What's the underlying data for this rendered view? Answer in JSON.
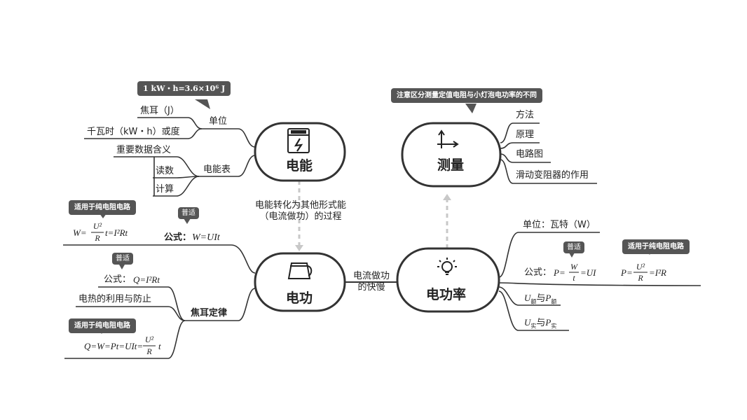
{
  "nodes": {
    "dianneng": "电能",
    "diangong": "电功",
    "diangonglv": "电功率",
    "celiang": "测量"
  },
  "links": {
    "energy_to_work": [
      "电能转化为其他形式能",
      "（电流做功）的过程"
    ],
    "work_to_power": [
      "电流做功",
      "的快慢"
    ]
  },
  "energy": {
    "unit_label": "单位",
    "unit_note": "1 kW・h=3.6×10⁶ J",
    "units": [
      "焦耳（J）",
      "千瓦时（kW・h）或度"
    ],
    "meter_label": "电能表",
    "meter_items": [
      "重要数据含义",
      "读数",
      "计算"
    ]
  },
  "work": {
    "formula_label": "公式：",
    "formula": "W=UIt",
    "formula_tag": "普适",
    "pure_note": "适用于纯电阻电路",
    "pure_formula": {
      "lhs": "W=",
      "num": "U²",
      "den": "R",
      "rhs": "t=I²Rt"
    },
    "joule_law": "焦耳定律",
    "joule_formula_label": "公式：",
    "joule_formula": "Q=I²Rt",
    "joule_tag": "普适",
    "heat_use": "电热的利用与防止",
    "joule_pure_note": "适用于纯电阻电路",
    "joule_pure_formula": {
      "lhs": "Q=W=Pt=UIt=",
      "num": "U²",
      "den": "R",
      "rhs": "t"
    }
  },
  "power": {
    "unit": "单位：瓦特（W）",
    "formula_label": "公式：",
    "formula": {
      "lhs": "P=",
      "num": "W",
      "den": "t",
      "rhs": "=UI"
    },
    "formula_tag": "普适",
    "pure_note": "适用于纯电阻电路",
    "pure_formula": {
      "lhs": "P=",
      "num": "U²",
      "den": "R",
      "rhs": "=I²R"
    },
    "rated": {
      "a": "U",
      "a_sub": "额",
      "mid": "与",
      "b": "P",
      "b_sub": "额"
    },
    "actual": {
      "a": "U",
      "a_sub": "实",
      "mid": "与",
      "b": "P",
      "b_sub": "实"
    }
  },
  "measure": {
    "note": "注意区分测量定值电阻与小灯泡电功率的不同",
    "items": [
      "方法",
      "原理",
      "电路图",
      "滑动变阻器的作用"
    ]
  },
  "icons": [
    "meter-icon",
    "kettle-icon",
    "bulb-icon",
    "axes-icon"
  ],
  "colors": {
    "line": "#333333",
    "note_bg": "#555555",
    "dashed": "#c8c8c8"
  }
}
